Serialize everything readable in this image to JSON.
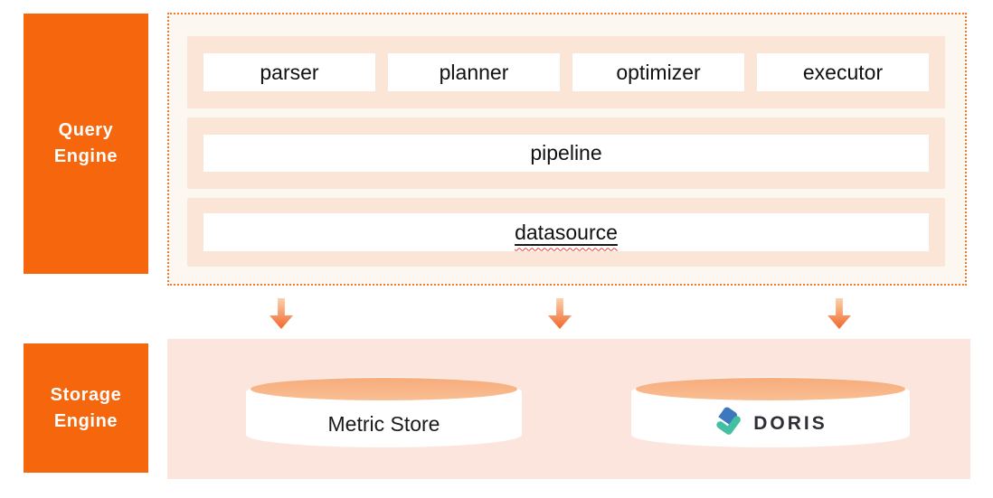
{
  "query_engine": {
    "title": "Query Engine",
    "components": [
      "parser",
      "planner",
      "optimizer",
      "executor"
    ],
    "pipeline_label": "pipeline",
    "datasource_label": "datasource"
  },
  "storage_engine": {
    "title": "Storage Engine",
    "stores": [
      {
        "name": "Metric Store"
      },
      {
        "name": "DORIS"
      }
    ]
  },
  "arrows": {
    "count": 3,
    "direction": "down"
  },
  "colors": {
    "accent_orange": "#F5660D",
    "dashed_border": "#ED7D31",
    "panel_cream": "#FDF7F2",
    "row_peach": "#FBE5D6",
    "storage_pink": "#FCE5DC",
    "cylinder_cap": "#F8B486",
    "arrow_gradient_start": "#FBD0AC",
    "arrow_gradient_end": "#F2672B",
    "doris_blue": "#3D77BE",
    "doris_teal": "#43BFA3"
  }
}
